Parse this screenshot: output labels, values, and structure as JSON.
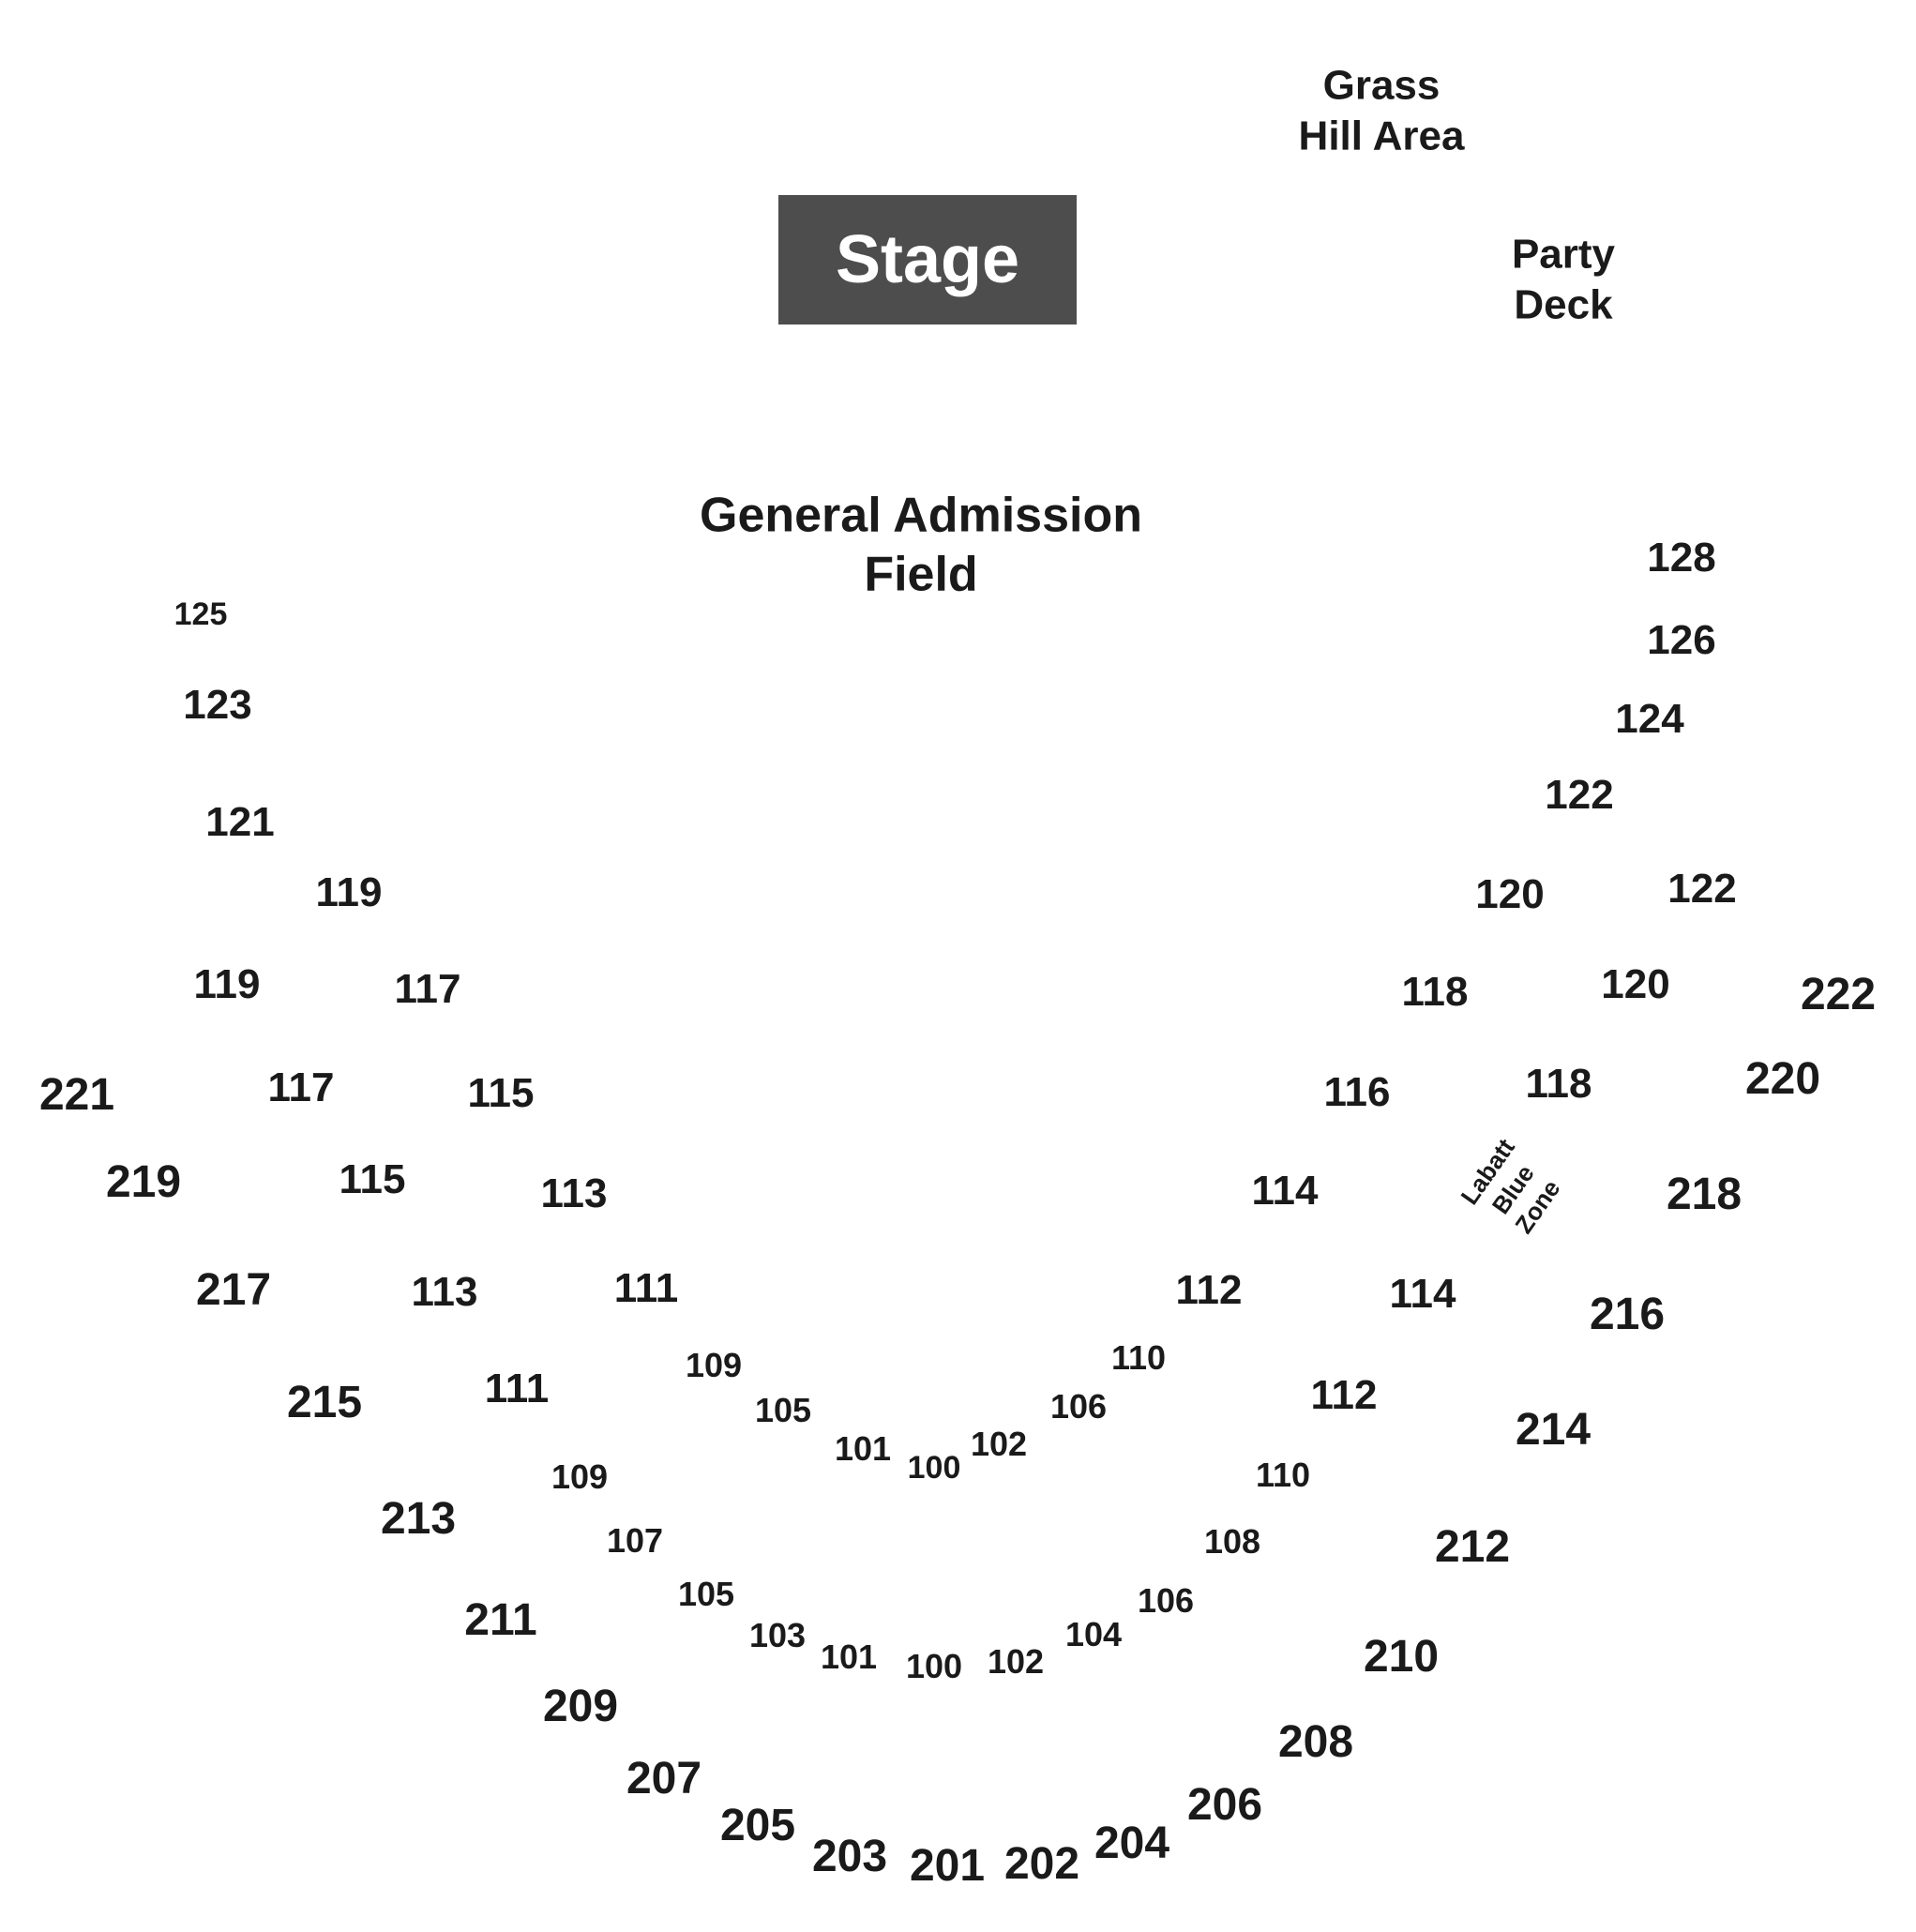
{
  "stage": {
    "label": "Stage"
  },
  "areas": {
    "grass_hill": [
      "Grass",
      "Hill Area"
    ],
    "party_deck": [
      "Party",
      "Deck"
    ],
    "ga_field": [
      "General Admission",
      "Field"
    ],
    "labatt_zone": [
      "Labatt",
      "Blue",
      "Zone"
    ]
  },
  "sections": [
    {
      "label": "125",
      "size": "xs"
    },
    {
      "label": "123",
      "size": "md"
    },
    {
      "label": "121",
      "size": "md"
    },
    {
      "label": "119",
      "size": "md"
    },
    {
      "label": "119",
      "size": "md"
    },
    {
      "label": "117",
      "size": "md"
    },
    {
      "label": "117",
      "size": "md"
    },
    {
      "label": "115",
      "size": "md"
    },
    {
      "label": "115",
      "size": "md"
    },
    {
      "label": "113",
      "size": "md"
    },
    {
      "label": "113",
      "size": "md"
    },
    {
      "label": "111",
      "size": "md"
    },
    {
      "label": "111",
      "size": "md"
    },
    {
      "label": "109",
      "size": "sm"
    },
    {
      "label": "109",
      "size": "sm"
    },
    {
      "label": "105",
      "size": "sm"
    },
    {
      "label": "107",
      "size": "sm"
    },
    {
      "label": "105",
      "size": "sm"
    },
    {
      "label": "103",
      "size": "sm"
    },
    {
      "label": "101",
      "size": "sm"
    },
    {
      "label": "101",
      "size": "sm"
    },
    {
      "label": "100",
      "size": "xs"
    },
    {
      "label": "100",
      "size": "sm"
    },
    {
      "label": "102",
      "size": "sm"
    },
    {
      "label": "102",
      "size": "sm"
    },
    {
      "label": "106",
      "size": "sm"
    },
    {
      "label": "104",
      "size": "sm"
    },
    {
      "label": "106",
      "size": "sm"
    },
    {
      "label": "110",
      "size": "sm"
    },
    {
      "label": "110",
      "size": "sm"
    },
    {
      "label": "108",
      "size": "sm"
    },
    {
      "label": "112",
      "size": "md"
    },
    {
      "label": "112",
      "size": "md"
    },
    {
      "label": "114",
      "size": "md"
    },
    {
      "label": "114",
      "size": "md"
    },
    {
      "label": "116",
      "size": "md"
    },
    {
      "label": "118",
      "size": "md"
    },
    {
      "label": "118",
      "size": "md"
    },
    {
      "label": "120",
      "size": "md"
    },
    {
      "label": "120",
      "size": "md"
    },
    {
      "label": "122",
      "size": "md"
    },
    {
      "label": "122",
      "size": "md"
    },
    {
      "label": "124",
      "size": "md"
    },
    {
      "label": "126",
      "size": "md"
    },
    {
      "label": "128",
      "size": "md"
    },
    {
      "label": "221",
      "size": "lg"
    },
    {
      "label": "219",
      "size": "lg"
    },
    {
      "label": "217",
      "size": "lg"
    },
    {
      "label": "215",
      "size": "lg"
    },
    {
      "label": "213",
      "size": "lg"
    },
    {
      "label": "211",
      "size": "lg"
    },
    {
      "label": "209",
      "size": "lg"
    },
    {
      "label": "207",
      "size": "lg"
    },
    {
      "label": "205",
      "size": "lg"
    },
    {
      "label": "203",
      "size": "lg"
    },
    {
      "label": "201",
      "size": "lg"
    },
    {
      "label": "202",
      "size": "lg"
    },
    {
      "label": "204",
      "size": "lg"
    },
    {
      "label": "206",
      "size": "lg"
    },
    {
      "label": "208",
      "size": "lg"
    },
    {
      "label": "210",
      "size": "lg"
    },
    {
      "label": "212",
      "size": "lg"
    },
    {
      "label": "214",
      "size": "lg"
    },
    {
      "label": "216",
      "size": "lg"
    },
    {
      "label": "218",
      "size": "lg"
    },
    {
      "label": "220",
      "size": "lg"
    },
    {
      "label": "222",
      "size": "lg"
    }
  ]
}
